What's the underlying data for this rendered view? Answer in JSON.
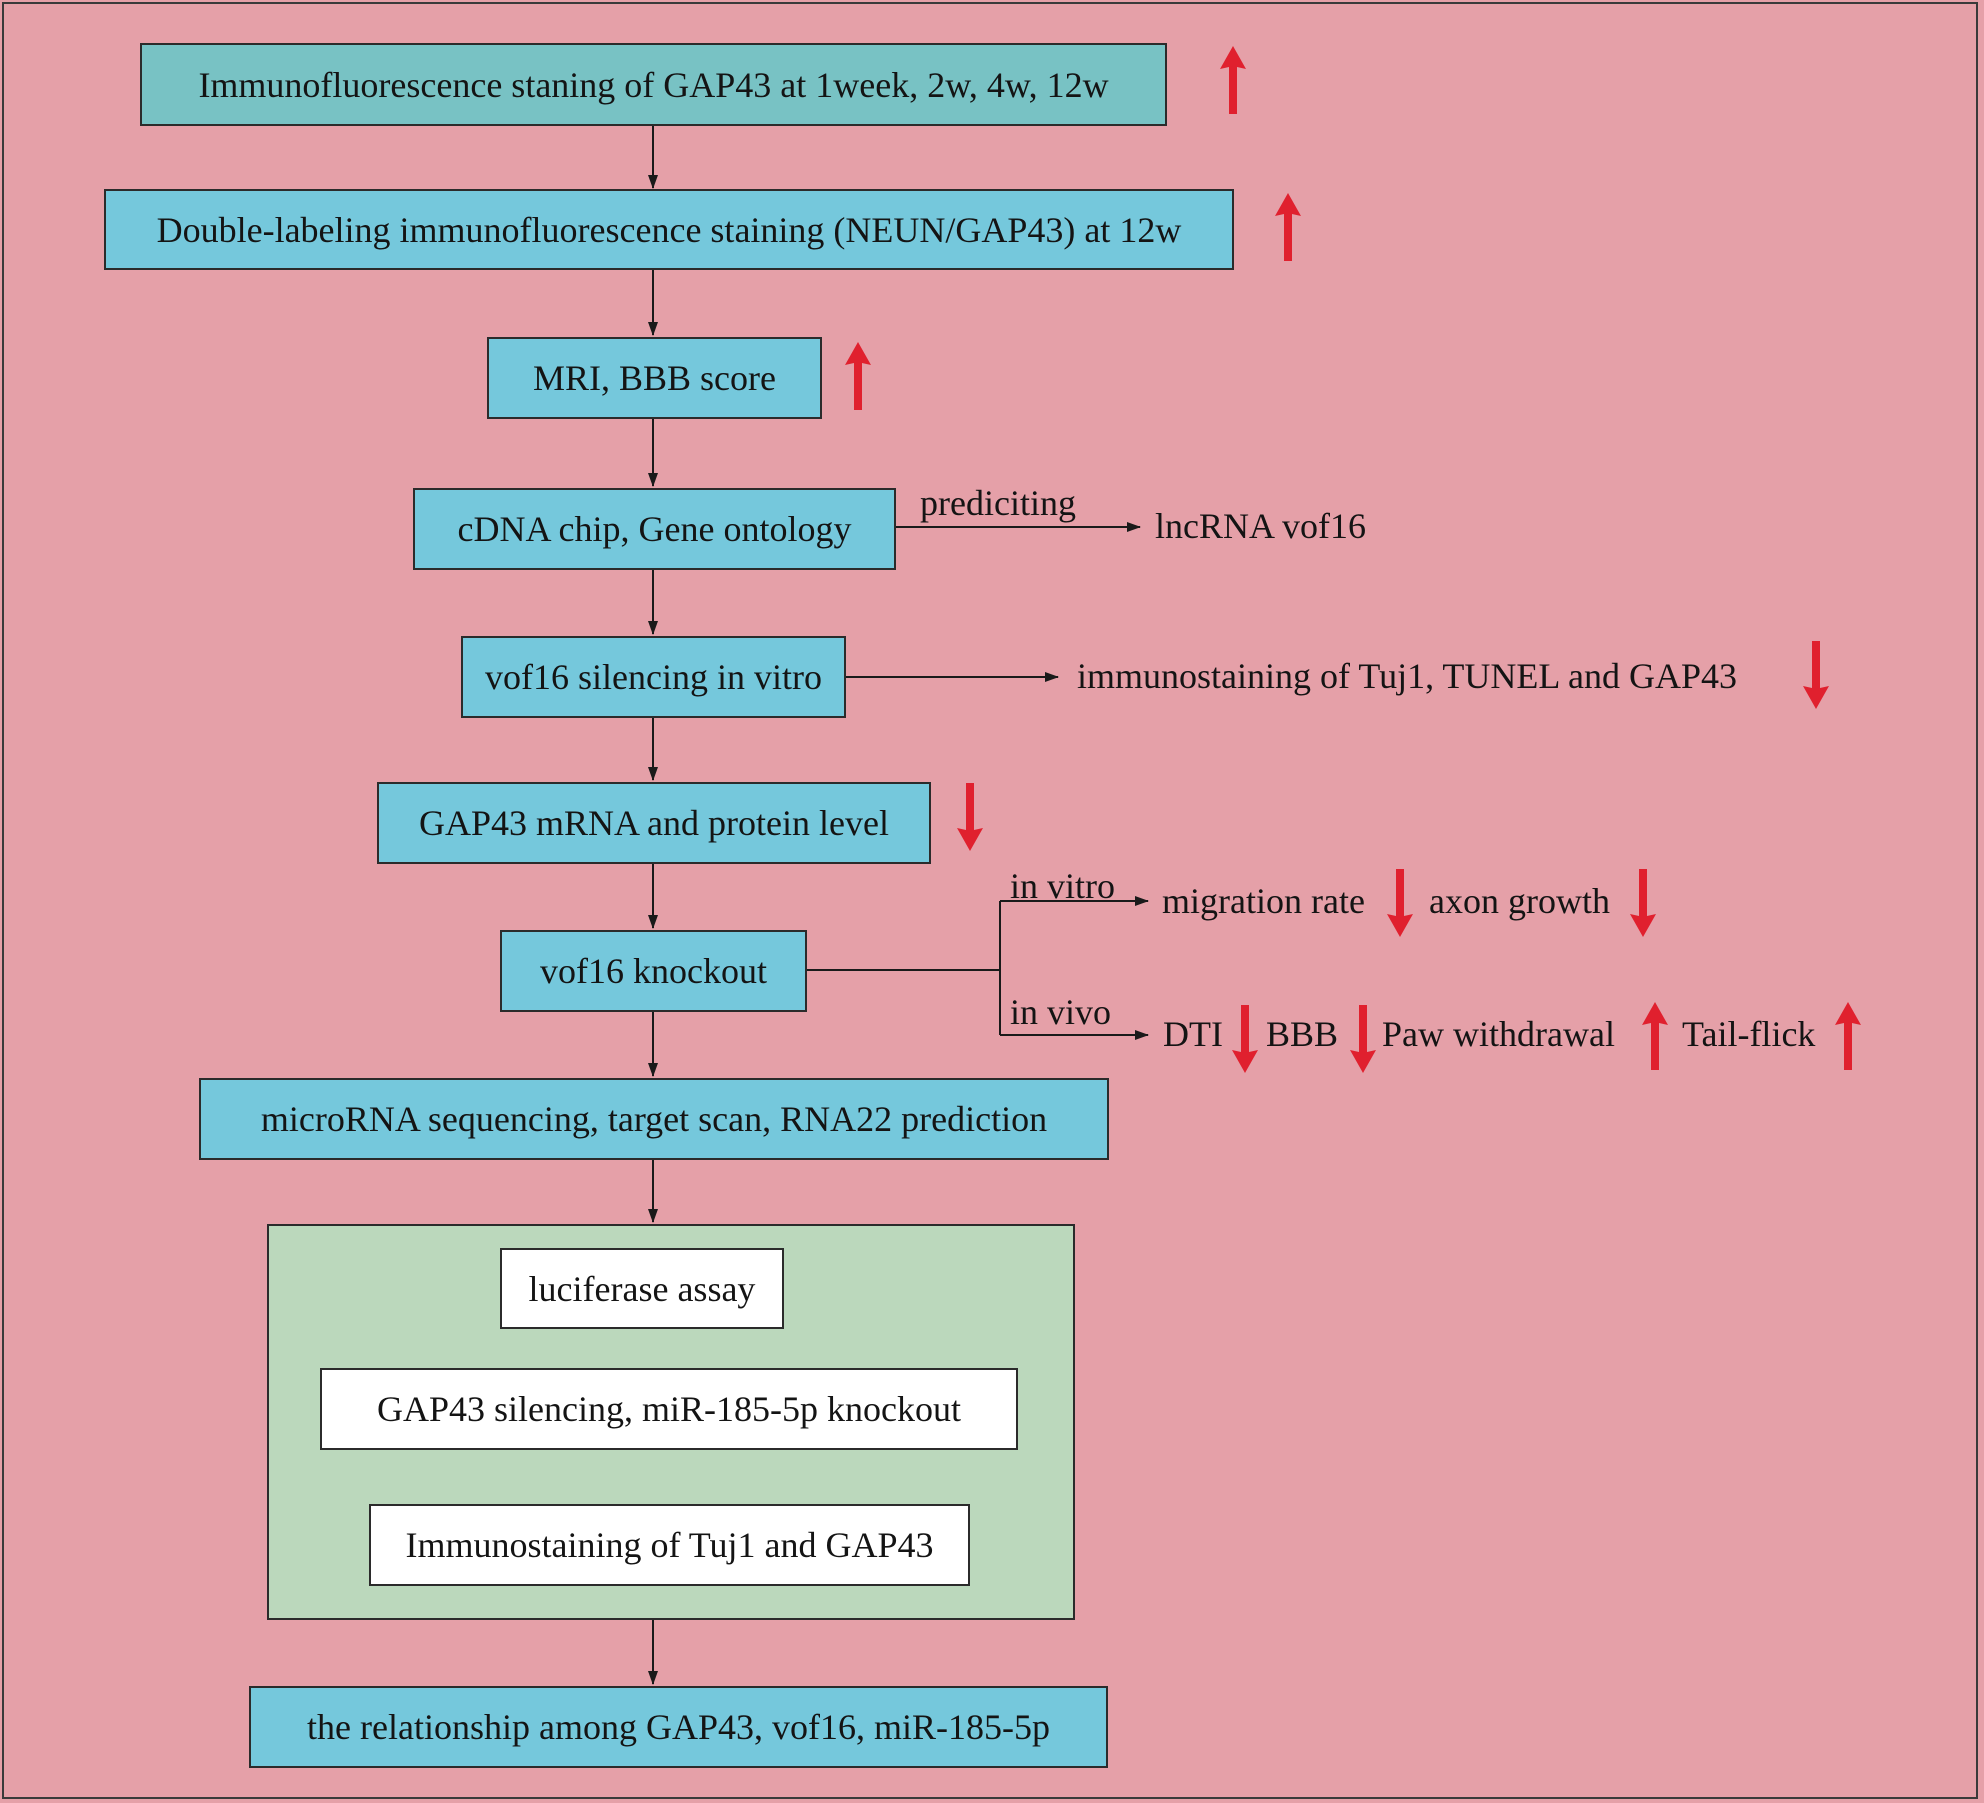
{
  "colors": {
    "background": "#e5a0a8",
    "first_box": "#78c2c4",
    "step_box": "#75c8dc",
    "group_box": "#bbd8bc",
    "inner_box": "#ffffff",
    "trend_arrow": "#e0202e"
  },
  "steps": [
    "Immunofluorescence staning of GAP43 at 1week, 2w, 4w, 12w",
    "Double-labeling immunofluorescence staining (NEUN/GAP43) at 12w",
    "MRI, BBB score",
    "cDNA chip, Gene ontology",
    "vof16 silencing in vitro",
    "GAP43 mRNA and protein level",
    "vof16 knockout",
    "microRNA sequencing, target scan, RNA22 prediction",
    "the relationship among GAP43, vof16, miR-185-5p"
  ],
  "group_steps": [
    "luciferase assay",
    "GAP43 silencing, miR-185-5p knockout",
    "Immunostaining of Tuj1 and GAP43"
  ],
  "branches": {
    "predicting_label": "prediciting",
    "predicting_target": "lncRNA vof16",
    "silencing_result": "immunostaining of Tuj1, TUNEL and GAP43",
    "in_vitro_label": "in vitro",
    "in_vivo_label": "in vivo",
    "migration_rate": "migration rate",
    "axon_growth": "axon growth",
    "dti": "DTI",
    "bbb": "BBB",
    "paw_withdrawal": "Paw withdrawal",
    "tail_flick": "Tail-flick"
  },
  "trends": {
    "immunofluorescence": "up",
    "double_labeling": "up",
    "mri_bbb": "up",
    "silencing_result": "down",
    "gap43_level": "down",
    "migration_rate": "down",
    "axon_growth": "down",
    "dti": "down",
    "bbb": "down",
    "paw_withdrawal": "up",
    "tail_flick": "up"
  }
}
